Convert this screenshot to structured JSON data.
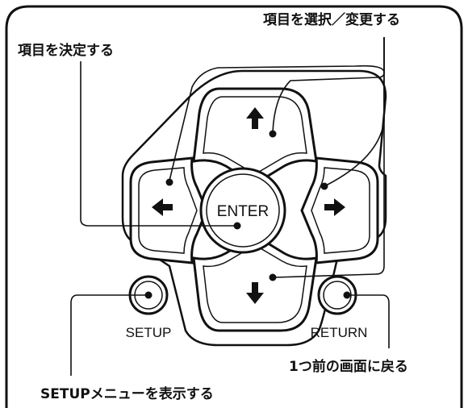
{
  "callouts": {
    "select_change": "項目を選択／変更する",
    "confirm": "項目を決定する",
    "previous_screen": "1つ前の画面に戻る",
    "show_setup_menu": "SETUPメニューを表示する"
  },
  "buttons": {
    "enter": "ENTER",
    "setup": "SETUP",
    "return": "RETURN",
    "up_icon": "arrow-up",
    "down_icon": "arrow-down",
    "left_icon": "arrow-left",
    "right_icon": "arrow-right"
  }
}
